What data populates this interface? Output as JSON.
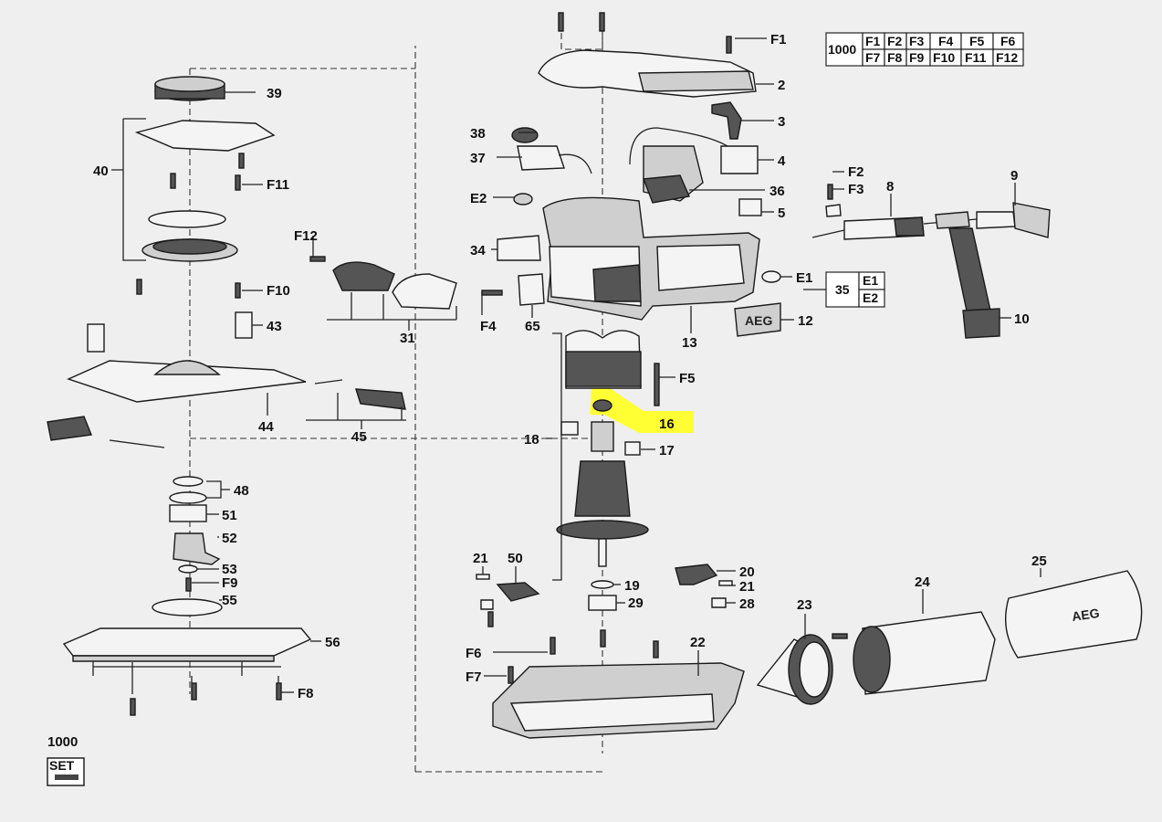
{
  "callouts": {
    "c1": "F1",
    "c2": "2",
    "c3": "3",
    "c4": "4",
    "c36": "36",
    "c5": "5",
    "c38": "38",
    "c37": "37",
    "cE2a": "E2",
    "c34": "34",
    "cF4": "F4",
    "c65": "65",
    "cE1": "E1",
    "c35": "35",
    "c12": "12",
    "c13": "13",
    "cF2": "F2",
    "cF3": "F3",
    "c8": "8",
    "c9": "9",
    "c10": "10",
    "c39": "39",
    "c40": "40",
    "cF11": "F11",
    "cF12": "F12",
    "c31": "31",
    "cF10": "F10",
    "c43": "43",
    "c44": "44",
    "c45": "45",
    "c48": "48",
    "c51": "51",
    "c52": "52",
    "c53": "53",
    "cF9": "F9",
    "c55": "55",
    "c56": "56",
    "cF8": "F8",
    "c18": "18",
    "cF5": "F5",
    "c16": "16",
    "c17": "17",
    "c21a": "21",
    "c50": "50",
    "c20": "20",
    "c21b": "21",
    "c19": "19",
    "c29": "29",
    "c28": "28",
    "cF6": "F6",
    "cF7": "F7",
    "c22": "22",
    "c23": "23",
    "c24": "24",
    "c25": "25",
    "c1000": "1000"
  },
  "table_1000": {
    "key": "1000",
    "row1": [
      "F1",
      "F2",
      "F3",
      "F4",
      "F5",
      "F6"
    ],
    "row2": [
      "F7",
      "F8",
      "F9",
      "F10",
      "F11",
      "F12"
    ]
  },
  "table_35": {
    "key": "35",
    "rows": [
      "E1",
      "E2"
    ]
  },
  "brand_label": "AEG",
  "set_label": "SET",
  "highlight": {
    "part": "16",
    "color": "#ffff33"
  }
}
